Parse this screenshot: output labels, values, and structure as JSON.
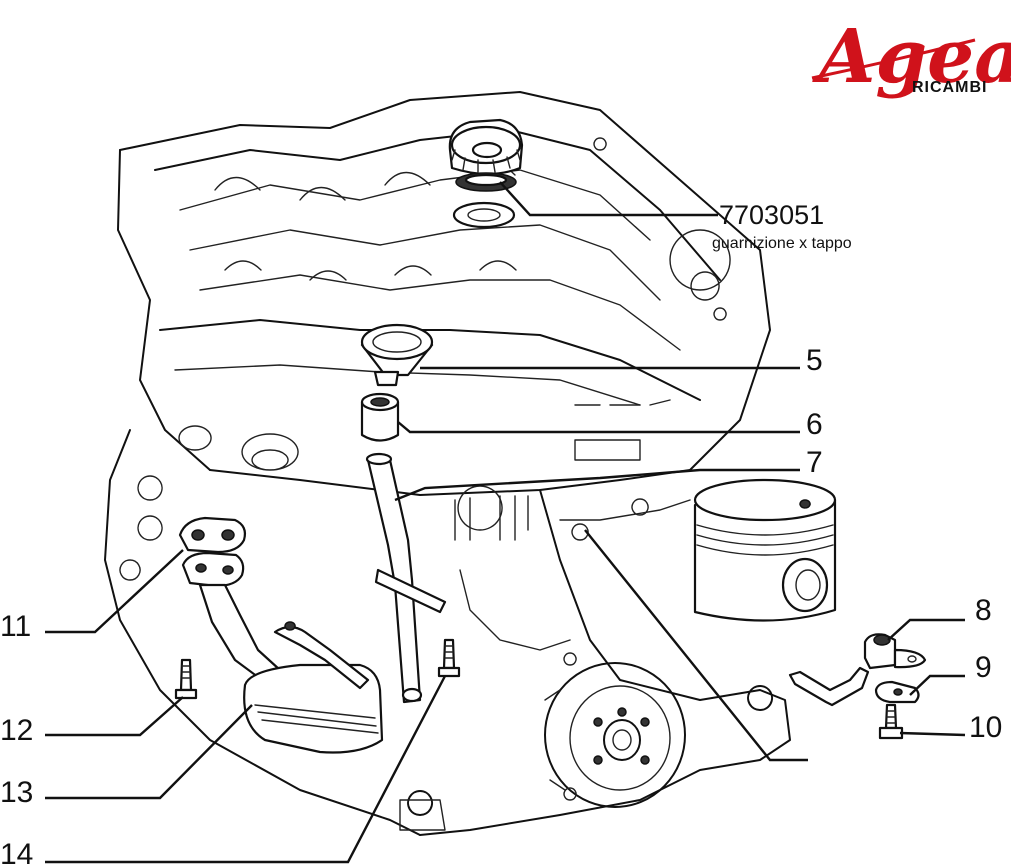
{
  "brand": {
    "name": "Agea",
    "subtitle": "RICAMBI",
    "color": "#d0121b"
  },
  "featured_part": {
    "code": "7703051",
    "description": "guarnizione x tappo"
  },
  "callouts": [
    {
      "id": "5",
      "label": "5"
    },
    {
      "id": "6",
      "label": "6"
    },
    {
      "id": "7",
      "label": "7"
    },
    {
      "id": "8",
      "label": "8"
    },
    {
      "id": "9",
      "label": "9"
    },
    {
      "id": "10",
      "label": "10"
    },
    {
      "id": "11",
      "label": "11"
    },
    {
      "id": "12",
      "label": "12"
    },
    {
      "id": "13",
      "label": "13"
    },
    {
      "id": "14",
      "label": "14"
    }
  ]
}
